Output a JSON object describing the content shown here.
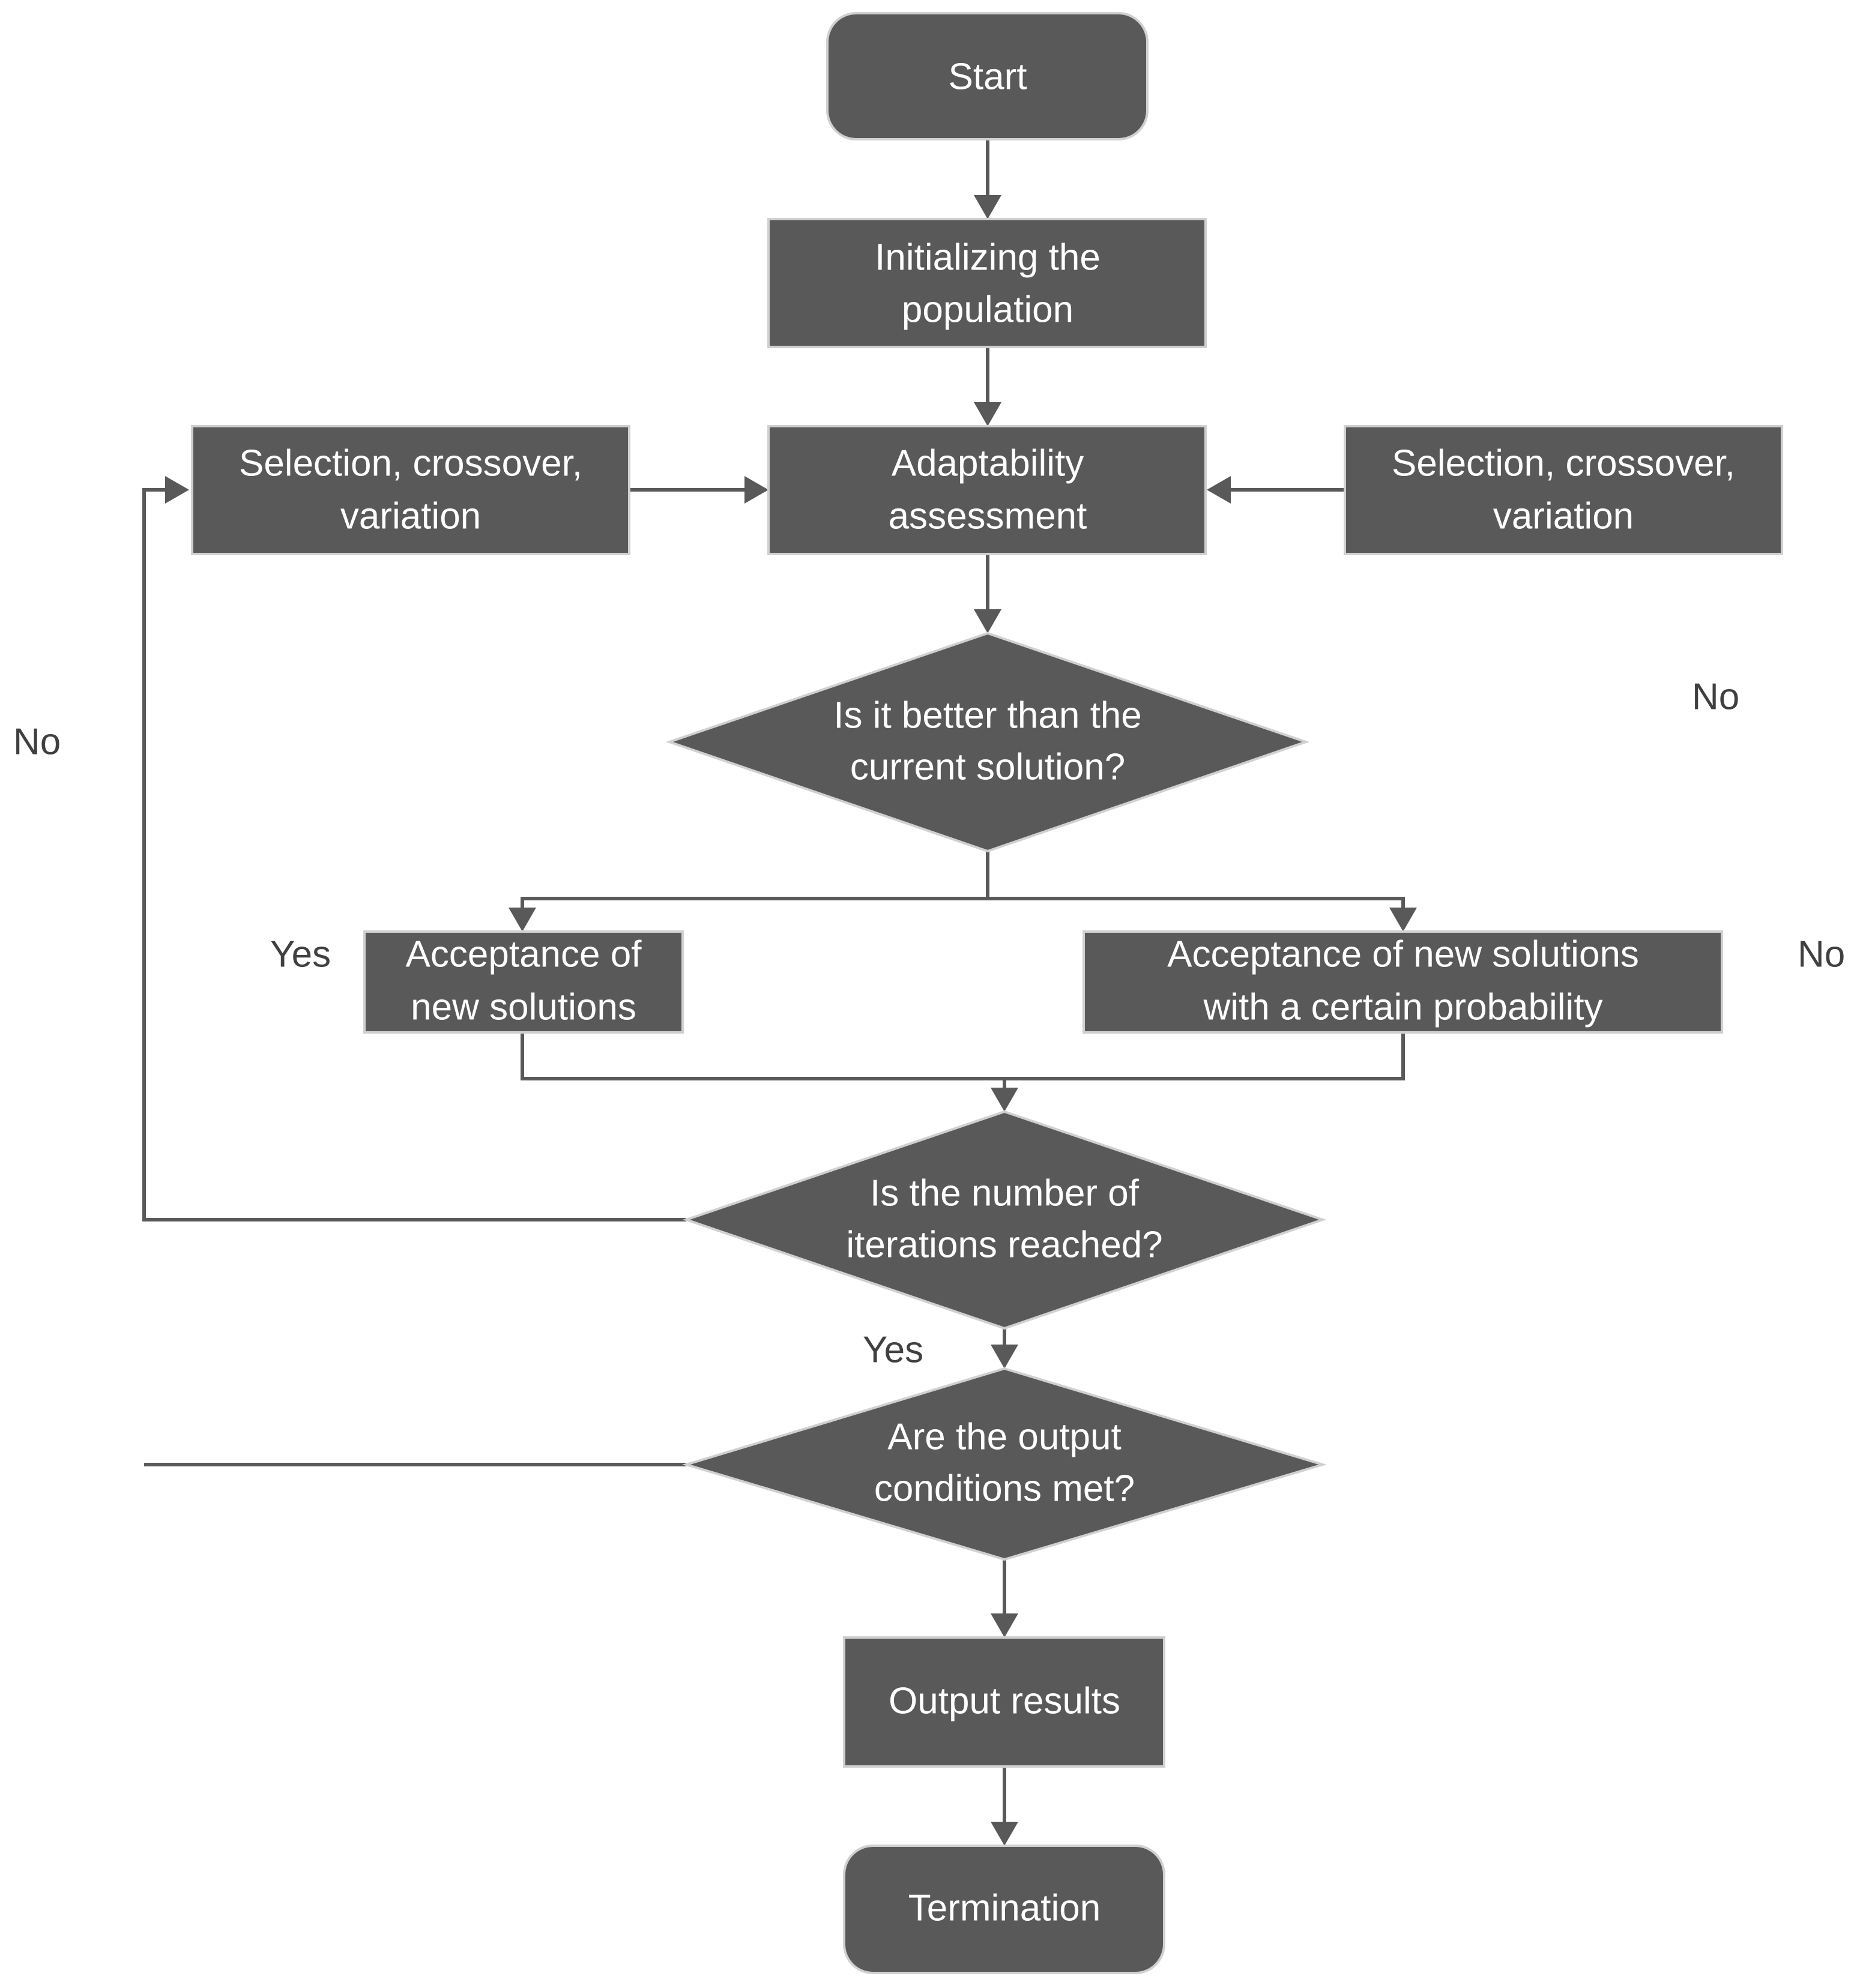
{
  "nodes": {
    "start": {
      "lines": [
        "Start"
      ]
    },
    "init": {
      "lines": [
        "Initializing the",
        "population"
      ]
    },
    "assess": {
      "lines": [
        "Adaptability",
        "assessment"
      ]
    },
    "select_left": {
      "lines": [
        "Selection, crossover,",
        "variation"
      ]
    },
    "select_right": {
      "lines": [
        "Selection, crossover,",
        "variation"
      ]
    },
    "decision_better": {
      "lines": [
        "Is it better than the",
        "current solution?"
      ]
    },
    "accept_new": {
      "lines": [
        "Acceptance of",
        "new solutions"
      ]
    },
    "accept_prob": {
      "lines": [
        "Acceptance of new solutions",
        "with a certain probability"
      ]
    },
    "decision_iter": {
      "lines": [
        "Is the number of",
        "iterations reached?"
      ]
    },
    "decision_output": {
      "lines": [
        "Are the output",
        "conditions met?"
      ]
    },
    "output": {
      "lines": [
        "Output results"
      ]
    },
    "termination": {
      "lines": [
        "Termination"
      ]
    }
  },
  "edge_labels": {
    "no_left": "No",
    "no_top_right": "No",
    "yes_accept": "Yes",
    "no_right": "No",
    "yes_iter": "Yes"
  },
  "colors": {
    "shape_fill": "#595959",
    "shape_border": "#d0d0d0",
    "text": "#ffffff",
    "connector": "#595959",
    "label": "#404040"
  }
}
